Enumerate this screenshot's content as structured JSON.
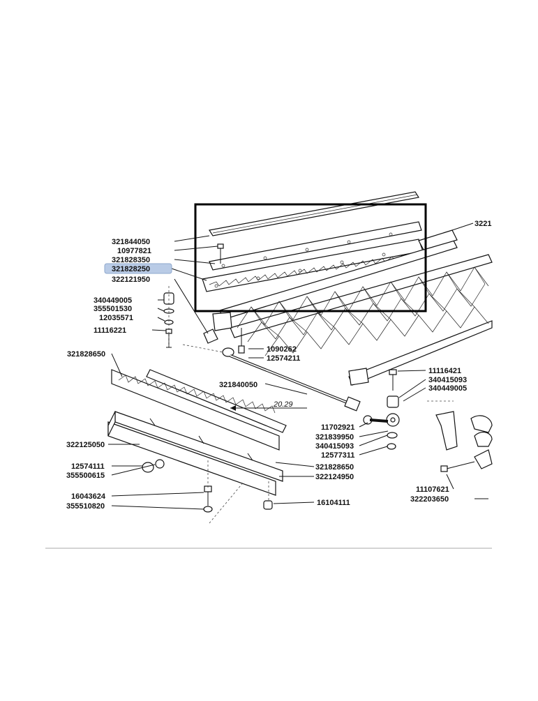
{
  "diagram": {
    "callouts": {
      "c321844050": "321844050",
      "c10977821": "10977821",
      "c321828350": "321828350",
      "c321828250": "321828250",
      "c322121950": "322121950",
      "c340449005a": "340449005",
      "c355501530": "355501530",
      "c12035571": "12035571",
      "c11116221": "11116221",
      "c1090262": "1090262",
      "c12574211": "12574211",
      "c321828650a": "321828650",
      "c321840050": "321840050",
      "c2029": "20.29",
      "c11116421": "11116421",
      "c340415093a": "340415093",
      "c340449005b": "340449005",
      "c11702921": "11702921",
      "c321839950": "321839950",
      "c340415093b": "340415093",
      "c12577311": "12577311",
      "c322125050": "322125050",
      "c12574111": "12574111",
      "c355500615": "355500615",
      "c321828650b": "321828650",
      "c322124950": "322124950",
      "c11107621": "11107621",
      "c322203650": "322203650",
      "c16043624": "16043624",
      "c355510820": "355510820",
      "c16104111": "16104111",
      "c3221": "3221"
    },
    "highlight_color": "#b9cbe6"
  }
}
